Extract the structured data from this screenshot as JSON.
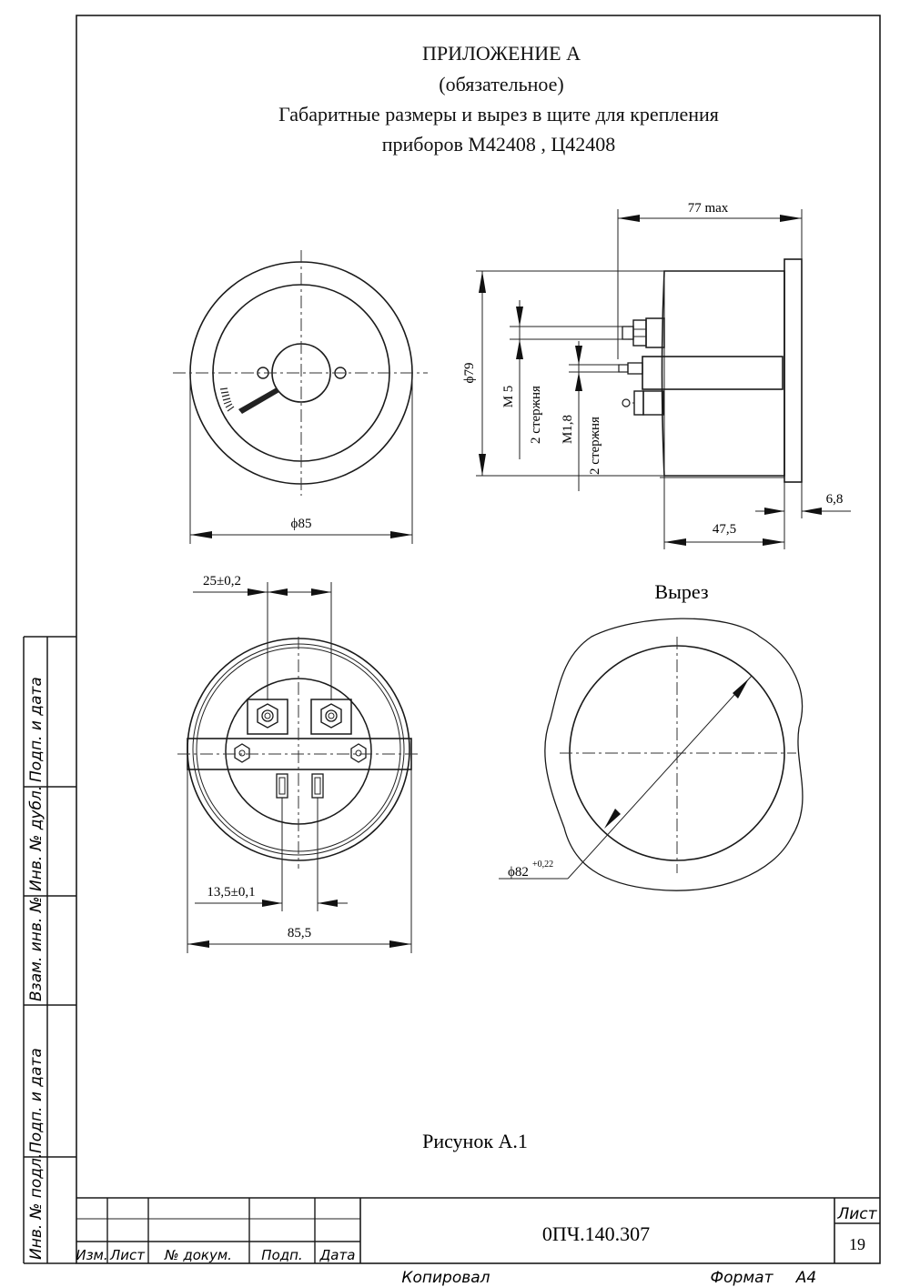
{
  "header": {
    "line1": "ПРИЛОЖЕНИЕ А",
    "line2": "(обязательное)",
    "line3": "Габаритные размеры и вырез в щите для крепления",
    "line4": "приборов М42408 , Ц42408"
  },
  "dims": {
    "max77": "77 max",
    "phi79": "ϕ79",
    "m5": "М 5",
    "rods1": "2 стержня",
    "m18": "М1,8",
    "rods2": "2 стержня",
    "d68": "6,8",
    "d475": "47,5",
    "phi85": "ϕ85",
    "d25": "25±0,2",
    "d135": "13,5±0,1",
    "d855": "85,5",
    "phi82": "ϕ82",
    "phi82tol": "+0,22"
  },
  "cutout_title": "Вырез",
  "figure_caption": "Рисунок А.1",
  "side_stamp": [
    "Инв. № подл.",
    "Подп. и дата",
    "Взам. инв. №",
    "Инв. № дубл.",
    "Подп. и дата"
  ],
  "title_block": {
    "doc_number": "0ПЧ.140.307",
    "sheet_label": "Лист",
    "sheet_number": "19",
    "cols": [
      "Изм.",
      "Лист",
      "№ докум.",
      "Подп.",
      "Дата"
    ]
  },
  "footer": {
    "copied": "Копировал",
    "format_label": "Формат",
    "format_value": "А4"
  }
}
